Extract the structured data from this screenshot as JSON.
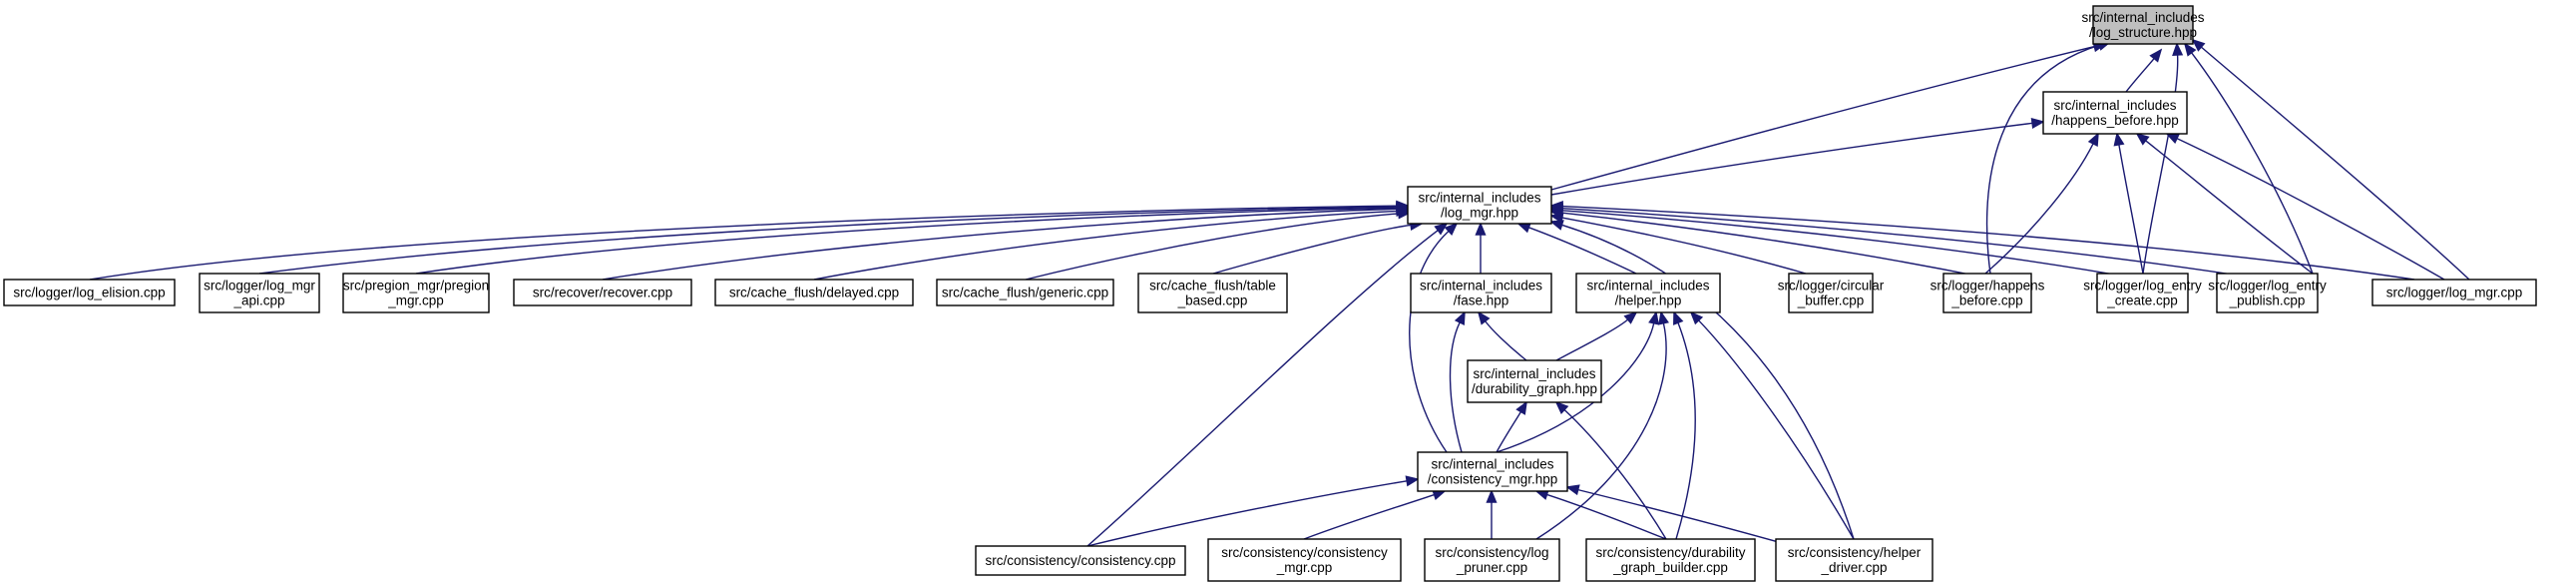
{
  "graph": {
    "nodes": [
      {
        "id": "log_structure",
        "lines": [
          "src/internal_includes",
          "/log_structure.hpp"
        ],
        "highlight": true
      },
      {
        "id": "happens_before_hpp",
        "lines": [
          "src/internal_includes",
          "/happens_before.hpp"
        ]
      },
      {
        "id": "log_mgr_hpp",
        "lines": [
          "src/internal_includes",
          "/log_mgr.hpp"
        ]
      },
      {
        "id": "log_elision",
        "lines": [
          "src/logger/log_elision.cpp"
        ]
      },
      {
        "id": "log_mgr_api",
        "lines": [
          "src/logger/log_mgr",
          "_api.cpp"
        ]
      },
      {
        "id": "pregion_mgr",
        "lines": [
          "src/pregion_mgr/pregion",
          "_mgr.cpp"
        ]
      },
      {
        "id": "recover",
        "lines": [
          "src/recover/recover.cpp"
        ]
      },
      {
        "id": "delayed",
        "lines": [
          "src/cache_flush/delayed.cpp"
        ]
      },
      {
        "id": "generic",
        "lines": [
          "src/cache_flush/generic.cpp"
        ]
      },
      {
        "id": "table_based",
        "lines": [
          "src/cache_flush/table",
          "_based.cpp"
        ]
      },
      {
        "id": "fase_hpp",
        "lines": [
          "src/internal_includes",
          "/fase.hpp"
        ]
      },
      {
        "id": "helper_hpp",
        "lines": [
          "src/internal_includes",
          "/helper.hpp"
        ]
      },
      {
        "id": "circular_buffer",
        "lines": [
          "src/logger/circular",
          "_buffer.cpp"
        ]
      },
      {
        "id": "happens_before_cpp",
        "lines": [
          "src/logger/happens",
          "_before.cpp"
        ]
      },
      {
        "id": "log_entry_create",
        "lines": [
          "src/logger/log_entry",
          "_create.cpp"
        ]
      },
      {
        "id": "log_entry_publish",
        "lines": [
          "src/logger/log_entry",
          "_publish.cpp"
        ]
      },
      {
        "id": "log_mgr_cpp",
        "lines": [
          "src/logger/log_mgr.cpp"
        ]
      },
      {
        "id": "durability_graph_hpp",
        "lines": [
          "src/internal_includes",
          "/durability_graph.hpp"
        ]
      },
      {
        "id": "consistency_mgr_hpp",
        "lines": [
          "src/internal_includes",
          "/consistency_mgr.hpp"
        ]
      },
      {
        "id": "consistency_cpp",
        "lines": [
          "src/consistency/consistency.cpp"
        ]
      },
      {
        "id": "consistency_mgr_cpp",
        "lines": [
          "src/consistency/consistency",
          "_mgr.cpp"
        ]
      },
      {
        "id": "log_pruner",
        "lines": [
          "src/consistency/log",
          "_pruner.cpp"
        ]
      },
      {
        "id": "durability_graph_builder",
        "lines": [
          "src/consistency/durability",
          "_graph_builder.cpp"
        ]
      },
      {
        "id": "helper_driver",
        "lines": [
          "src/consistency/helper",
          "_driver.cpp"
        ]
      }
    ]
  }
}
